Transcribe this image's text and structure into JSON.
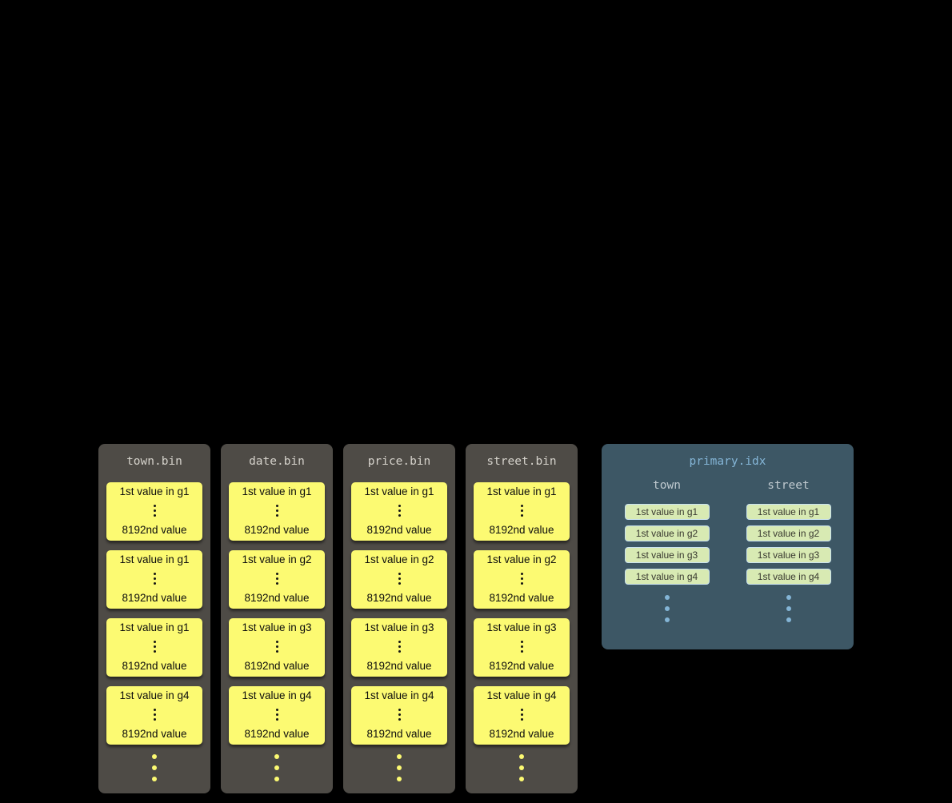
{
  "diagram": {
    "colors": {
      "background": "#000000",
      "bin_panel_bg": "#4e4b46",
      "bin_title": "#d5d2cb",
      "granule_bg": "#fcfa72",
      "idx_panel_bg": "#3d5765",
      "idx_accent": "#84b5d6",
      "idx_header": "#bfc9cf",
      "pill_bg": "#d8eab3",
      "pill_border": "#c9e2ef",
      "pill_text": "#38382f"
    },
    "bin_files": [
      {
        "title": "town.bin",
        "granules": [
          {
            "first": "1st value in g1",
            "last": "8192nd value"
          },
          {
            "first": "1st value in g1",
            "last": "8192nd value"
          },
          {
            "first": "1st value in g1",
            "last": "8192nd value"
          },
          {
            "first": "1st value in g4",
            "last": "8192nd value"
          }
        ]
      },
      {
        "title": "date.bin",
        "granules": [
          {
            "first": "1st value in g1",
            "last": "8192nd value"
          },
          {
            "first": "1st value in g2",
            "last": "8192nd value"
          },
          {
            "first": "1st value in g3",
            "last": "8192nd value"
          },
          {
            "first": "1st value in g4",
            "last": "8192nd value"
          }
        ]
      },
      {
        "title": "price.bin",
        "granules": [
          {
            "first": "1st value in g1",
            "last": "8192nd value"
          },
          {
            "first": "1st value in g2",
            "last": "8192nd value"
          },
          {
            "first": "1st value in g3",
            "last": "8192nd value"
          },
          {
            "first": "1st value in g4",
            "last": "8192nd value"
          }
        ]
      },
      {
        "title": "street.bin",
        "granules": [
          {
            "first": "1st value in g1",
            "last": "8192nd value"
          },
          {
            "first": "1st value in g2",
            "last": "8192nd value"
          },
          {
            "first": "1st value in g3",
            "last": "8192nd value"
          },
          {
            "first": "1st value in g4",
            "last": "8192nd value"
          }
        ]
      }
    ],
    "primary_index": {
      "title": "primary.idx",
      "columns": [
        {
          "header": "town",
          "entries": [
            "1st value in g1",
            "1st value in g2",
            "1st value in g3",
            "1st value in g4"
          ]
        },
        {
          "header": "street",
          "entries": [
            "1st value in g1",
            "1st value in g2",
            "1st value in g3",
            "1st value in g4"
          ]
        }
      ]
    }
  }
}
